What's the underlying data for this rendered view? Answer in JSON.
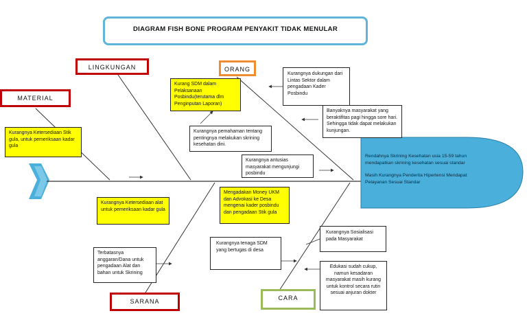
{
  "title": "DIAGRAM  FISH BONE PROGRAM PENYAKIT TIDAK MENULAR",
  "categories": {
    "lingkungan": "LINGKUNGAN",
    "orang": "ORANG",
    "material": "MATERIAL",
    "sarana": "SARANA",
    "cara": "CARA"
  },
  "causes": {
    "orang_sdm": "Kurang SDM dalam Pelaksanaan Posbindu(terutama dlm Penginputan Laporan)",
    "orang_dukungan": "Kurangnya dukungan dari Lintas Sektor dalam pengadaan Kader Posbindu",
    "orang_masyarakat": "Banyaknya masyarakat yang beraktifitas pagi hingga sore hari. Sehingga tidak dapat melakukan kunjungan.",
    "orang_pemahaman": "Kurangnya pemahaman tentang pentingnya melakukan skrining kesehatan dini.",
    "orang_antusias": "Kurangnya antusias masyarakat mengunjungi posbindu",
    "material_stik": "Kurangnya Ketersediaan Stik gula, untuk pemeriksaan kadar gula",
    "sarana_alat": "Kurangnya Ketersediaan alat untuk pemeriksaan kadar gula",
    "sarana_anggaran": "Terbatasnya anggaran/Dana untuk pengadaan Alat dan bahan untuk Skrining",
    "cara_advokasi": "Mengadakan Money UKM dan Advokasi ke Desa mengenai kader posbindu dan pengadaan Stik gula",
    "cara_tenaga": "Kurangnya tenaga SDM yang bertugas di desa",
    "cara_sosialisasi": "Kurangnya Sosialisasi pada Masyarakat",
    "cara_edukasi": "Edukasi sudah cukup, namun kesadaran masyarakat masih kurang untuk kontrol secara rutin sesuai anjuran dokter"
  },
  "effect": {
    "line1": "Rendahnya Skrining Kesehatan usia 15-59 tahun mendapatkan skrining kesehatan sesuai standar",
    "line2": "Masih Kurangnya Penderita Hipertensi Mendapat Pelayanan Sesuai Standar"
  },
  "colors": {
    "title_border": "#5fb4d8",
    "head_fill": "#4aafdb",
    "tail_fill": "#4aafdb",
    "highlight": "#ffff00",
    "category_red": "#c00000",
    "category_orange": "#f08c30",
    "category_green": "#9bbb59"
  }
}
